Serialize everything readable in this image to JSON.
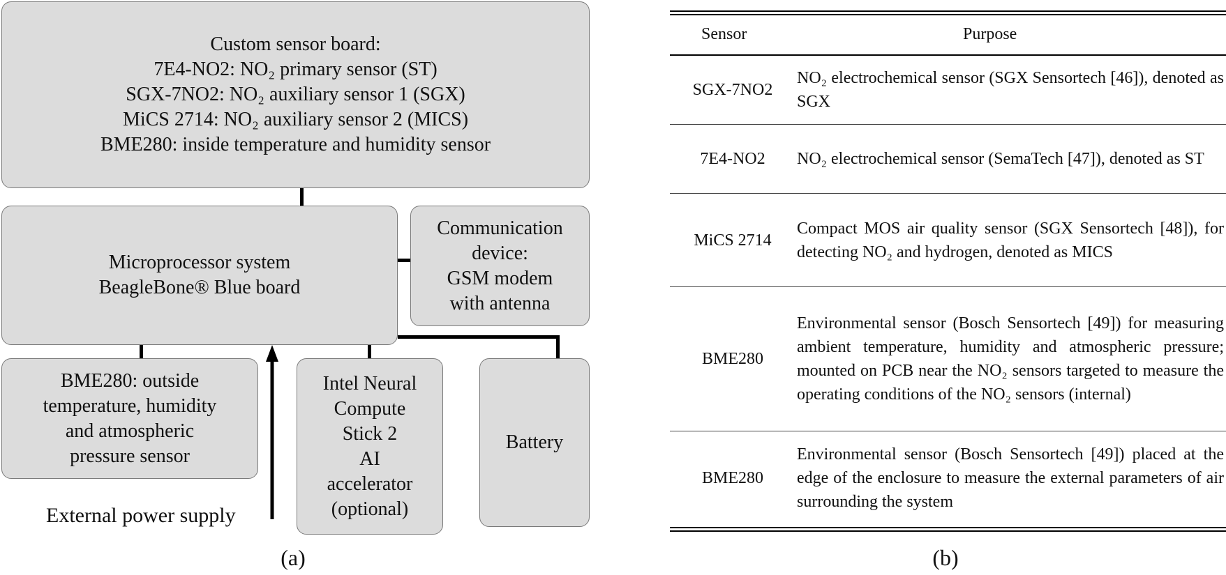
{
  "diagram": {
    "sensor_board": {
      "lines": [
        "Custom sensor board:",
        "7E4-NO2: NO₂ primary sensor (ST)",
        "SGX-7NO2: NO₂ auxiliary sensor 1 (SGX)",
        "MiCS 2714: NO₂ auxiliary sensor 2 (MICS)",
        "BME280: inside temperature and humidity sensor"
      ]
    },
    "microprocessor": {
      "lines": [
        "Microprocessor system",
        "BeagleBone® Blue board"
      ]
    },
    "communication": {
      "lines": [
        "Communication",
        "device:",
        "GSM modem",
        "with antenna"
      ]
    },
    "bme_outside": {
      "lines": [
        "BME280: outside",
        "temperature, humidity",
        "and atmospheric",
        "pressure sensor"
      ]
    },
    "intel_ncs": {
      "lines": [
        "Intel Neural",
        "Compute",
        "Stick 2",
        "AI",
        "accelerator",
        "(optional)"
      ]
    },
    "battery": {
      "label": "Battery"
    },
    "external_power": "External power supply",
    "caption": "(a)"
  },
  "table": {
    "headers": {
      "sensor": "Sensor",
      "purpose": "Purpose"
    },
    "rows": [
      {
        "sensor": "SGX-7NO2",
        "purpose": "NO₂ electrochemical sensor (SGX Sensortech [46]), denoted as SGX"
      },
      {
        "sensor": "7E4-NO2",
        "purpose": "NO₂ electrochemical sensor (SemaTech [47]), denoted as ST"
      },
      {
        "sensor": "MiCS 2714",
        "purpose": "Compact MOS air quality sensor (SGX Sensortech [48]), for detecting NO₂ and hydrogen, denoted as MICS"
      },
      {
        "sensor": "BME280",
        "purpose": "Environmental sensor (Bosch Sensortech [49]) for measuring ambient temperature, humidity and atmospheric pressure; mounted on PCB near the NO₂ sensors targeted to measure the operating conditions of the NO₂ sensors (internal)"
      },
      {
        "sensor": "BME280",
        "purpose": "Environmental sensor (Bosch Sensortech [49]) placed at the edge of the enclosure to measure the external parameters of air surrounding the system"
      }
    ],
    "caption": "(b)"
  }
}
